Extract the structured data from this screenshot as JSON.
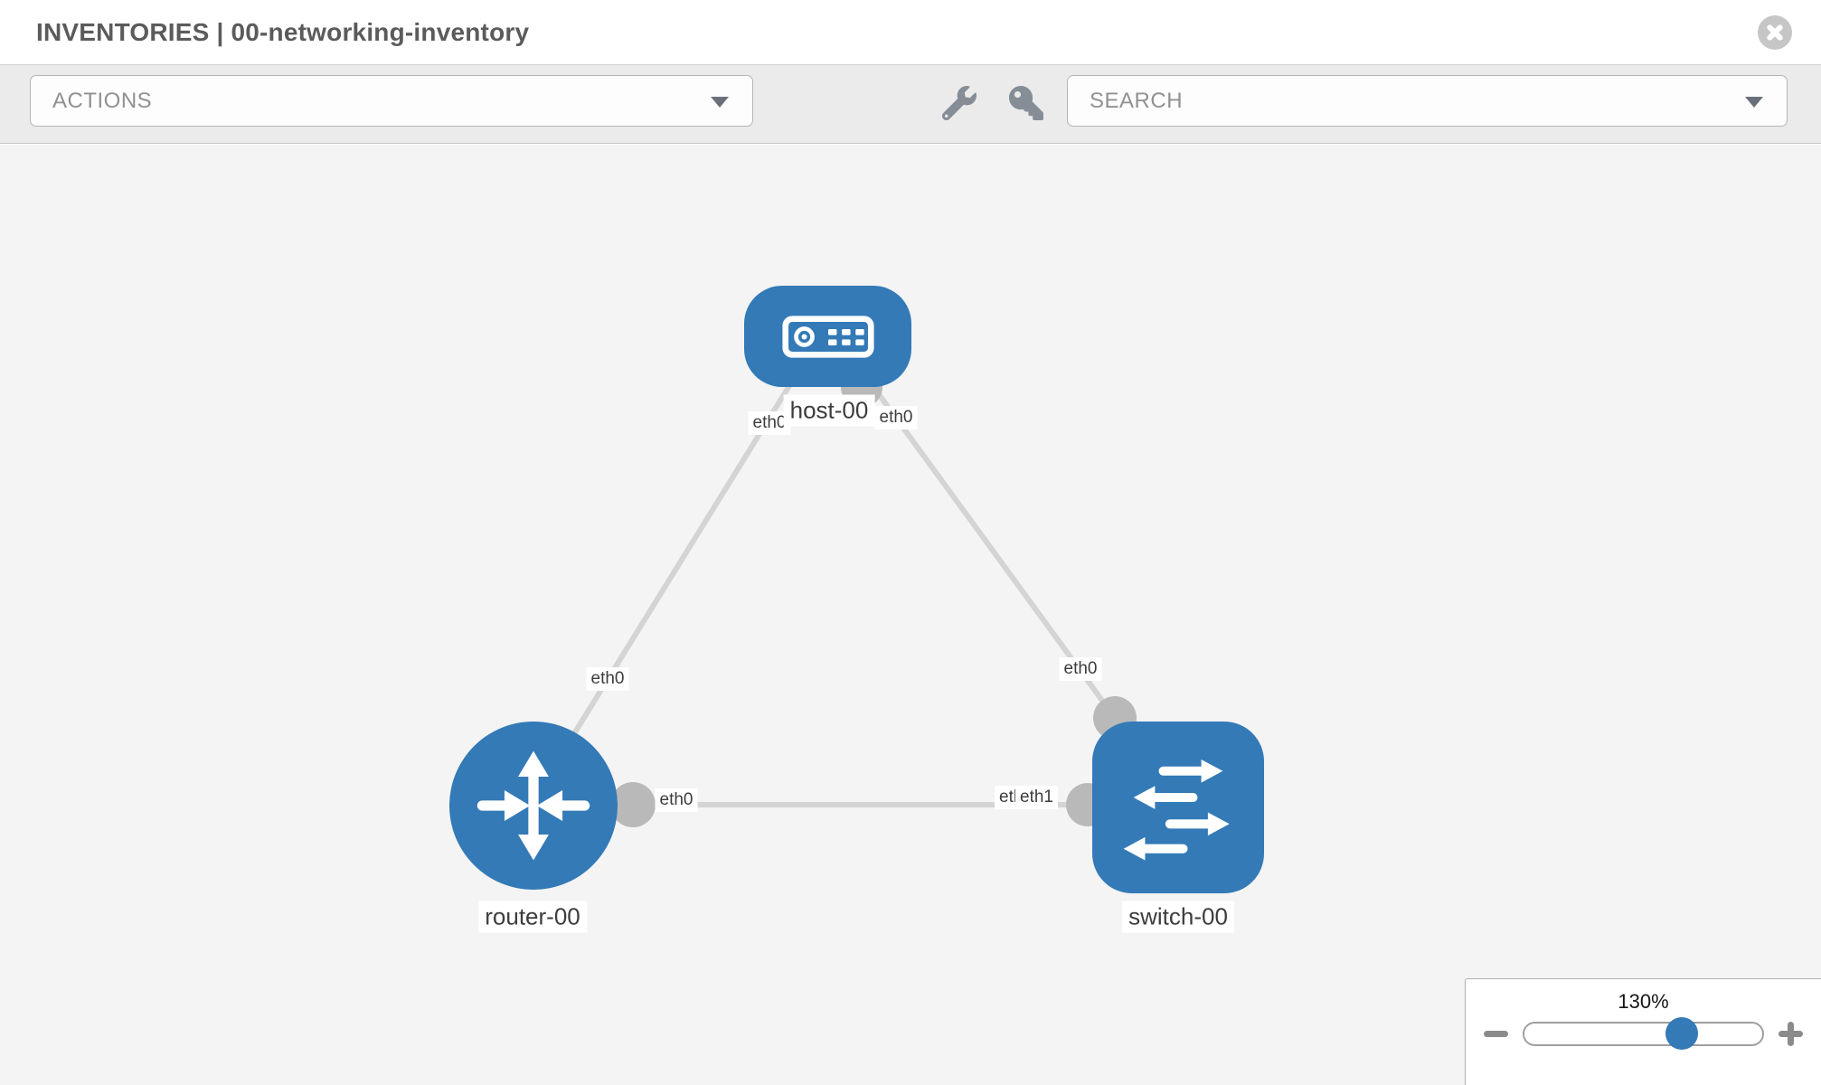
{
  "header": {
    "title": "INVENTORIES | 00-networking-inventory"
  },
  "toolbar": {
    "actions_label": "ACTIONS",
    "search_label": "SEARCH",
    "wrench_icon": "wrench",
    "key_icon": "key"
  },
  "graph": {
    "nodes": [
      {
        "label": "host-00",
        "type": "host",
        "icon": "server-icon"
      },
      {
        "label": "router-00",
        "type": "router",
        "icon": "router-arrows-icon"
      },
      {
        "label": "switch-00",
        "type": "switch",
        "icon": "switch-arrows-icon"
      }
    ],
    "links": [
      {
        "from": "host-00",
        "to": "router-00",
        "from_interface": "eth0",
        "to_interface": "eth0"
      },
      {
        "from": "host-00",
        "to": "switch-00",
        "from_interface": "eth0",
        "to_interface": "eth0"
      },
      {
        "from": "router-00",
        "to": "switch-00",
        "from_interface": "eth0",
        "to_interface": "eth1"
      }
    ],
    "edge_labels": {
      "host_to_router_at_host": "eth0",
      "host_to_router_at_router": "eth0",
      "host_to_switch_at_host": "eth0",
      "host_to_switch_at_switch": "eth0",
      "router_to_switch_at_router": "eth0",
      "router_to_switch_at_switch_under": "eth0",
      "router_to_switch_at_switch": "eth1"
    }
  },
  "zoom_control": {
    "level": "130%",
    "slider_position_percent": 66
  },
  "colors": {
    "node_blue": "#337ab7",
    "link_gray": "#d4d4d4",
    "port_gray": "#b9b9b9",
    "canvas_bg": "#f4f4f4",
    "toolbar_bg": "#ebebeb",
    "slider_thumb_blue": "#337ab7"
  }
}
